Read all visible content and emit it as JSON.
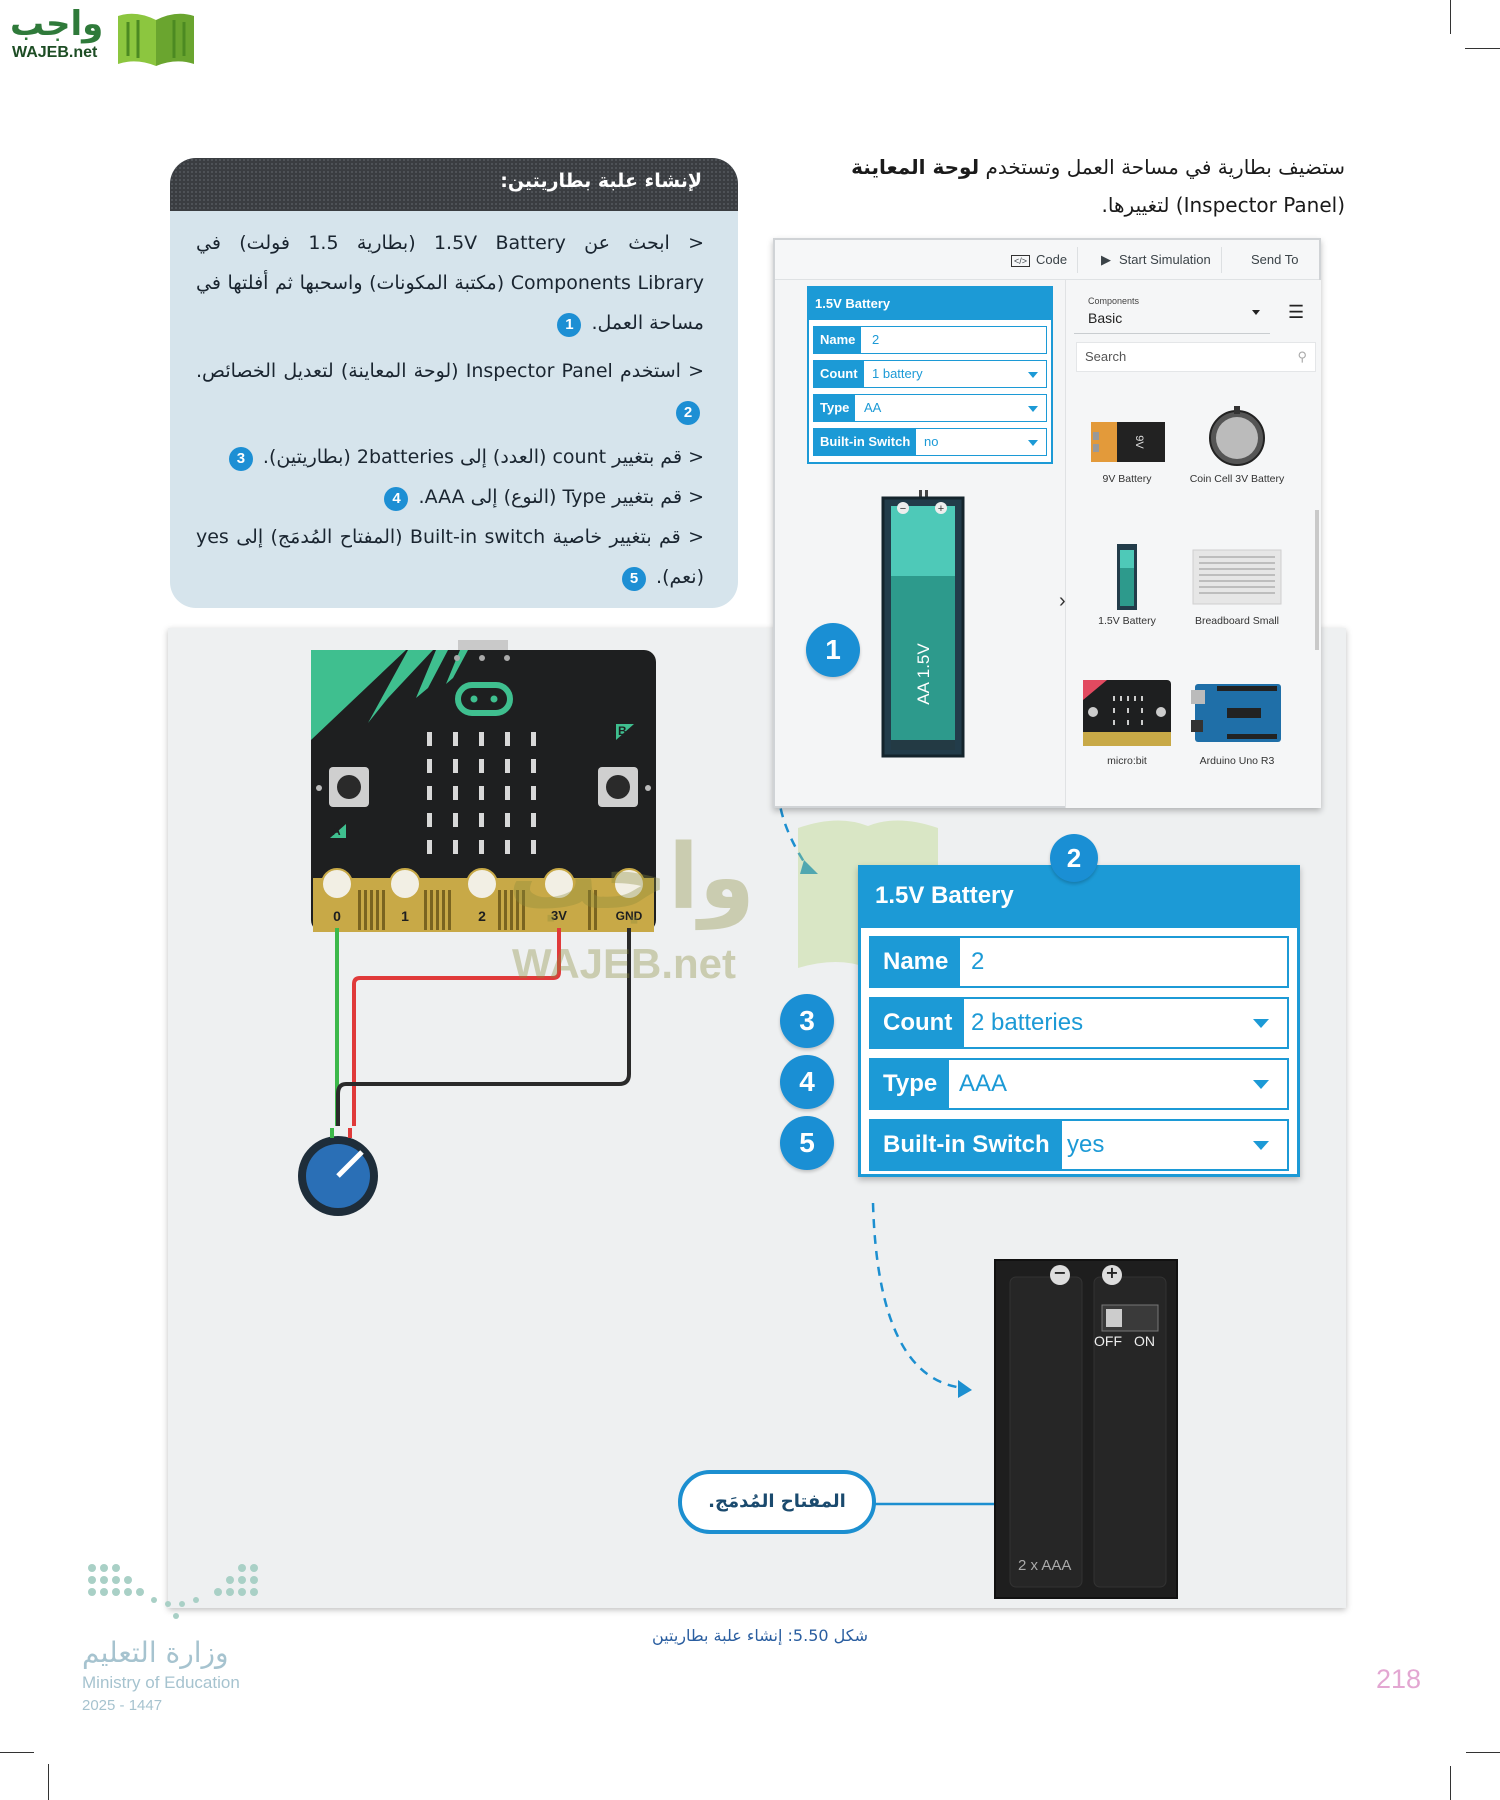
{
  "logo": {
    "arabic": "واجب",
    "english": "WAJEB.net"
  },
  "intro": {
    "line1_start": "ستضيف بطارية في مساحة العمل وتستخدم ",
    "line1_bold": "لوحة المعاينة",
    "line2": "(Inspector Panel) لتغييرها."
  },
  "steps": {
    "heading": "لإنشاء علبة بطاريتين:",
    "items": [
      {
        "text": "< ابحث عن 1.5V Battery (بطارية 1.5 فولت) في Components Library (مكتبة المكونات) واسحبها ثم أفلتها في مساحة العمل.",
        "num": "1"
      },
      {
        "text": "< استخدم Inspector Panel (لوحة المعاينة) لتعديل الخصائص.",
        "num": "2"
      },
      {
        "text": "< قم بتغيير count (العدد) إلى 2batteries (بطاريتين).",
        "num": "3"
      },
      {
        "text": "< قم بتغيير Type (النوع) إلى AAA.",
        "num": "4"
      },
      {
        "text": "< قم بتغيير خاصية Built-in switch (المفتاح المُدمَج) إلى yes (نعم).",
        "num": "5"
      }
    ]
  },
  "screenshot": {
    "toolbar": {
      "code": "Code",
      "start_simulation": "Start Simulation",
      "send_to": "Send To"
    },
    "inspector": {
      "title": "1.5V Battery",
      "name_label": "Name",
      "name_value": "2",
      "count_label": "Count",
      "count_value": "1 battery",
      "type_label": "Type",
      "type_value": "AA",
      "switch_label": "Built-in Switch",
      "switch_value": "no"
    },
    "components": {
      "small_label": "Components",
      "selected": "Basic",
      "search_placeholder": "Search",
      "items": [
        "9V Battery",
        "Coin Cell 3V Battery",
        "1.5V Battery",
        "Breadboard Small",
        "micro:bit",
        "Arduino Uno R3"
      ]
    },
    "battery_label": "AA 1.5V",
    "battery_9v_label": "9V"
  },
  "callouts": [
    "1",
    "2",
    "3",
    "4",
    "5"
  ],
  "big_inspector": {
    "title": "1.5V Battery",
    "name_label": "Name",
    "name_value": "2",
    "count_label": "Count",
    "count_value": "2 batteries",
    "type_label": "Type",
    "type_value": "AAA",
    "switch_label": "Built-in Switch",
    "switch_value": "yes"
  },
  "microbit": {
    "pins": [
      "0",
      "1",
      "2",
      "3V",
      "GND"
    ],
    "btn_a": "A",
    "btn_b": "B"
  },
  "holder": {
    "minus": "−",
    "plus": "+",
    "off": "OFF",
    "on": "ON",
    "label": "2 x AAA"
  },
  "switch_label": "المفتاح المُدمَج.",
  "caption": "شكل 5.50: إنشاء علبة بطاريتين",
  "ministry": {
    "arabic": "وزارة التعليم",
    "english": "Ministry of Education",
    "year": "2025 - 1447"
  },
  "page_number": "218",
  "colors": {
    "accent": "#1c9ad6",
    "microbit_green": "#3fbf8f",
    "wire_red": "#e03a3a",
    "wire_green": "#3cb84a"
  }
}
